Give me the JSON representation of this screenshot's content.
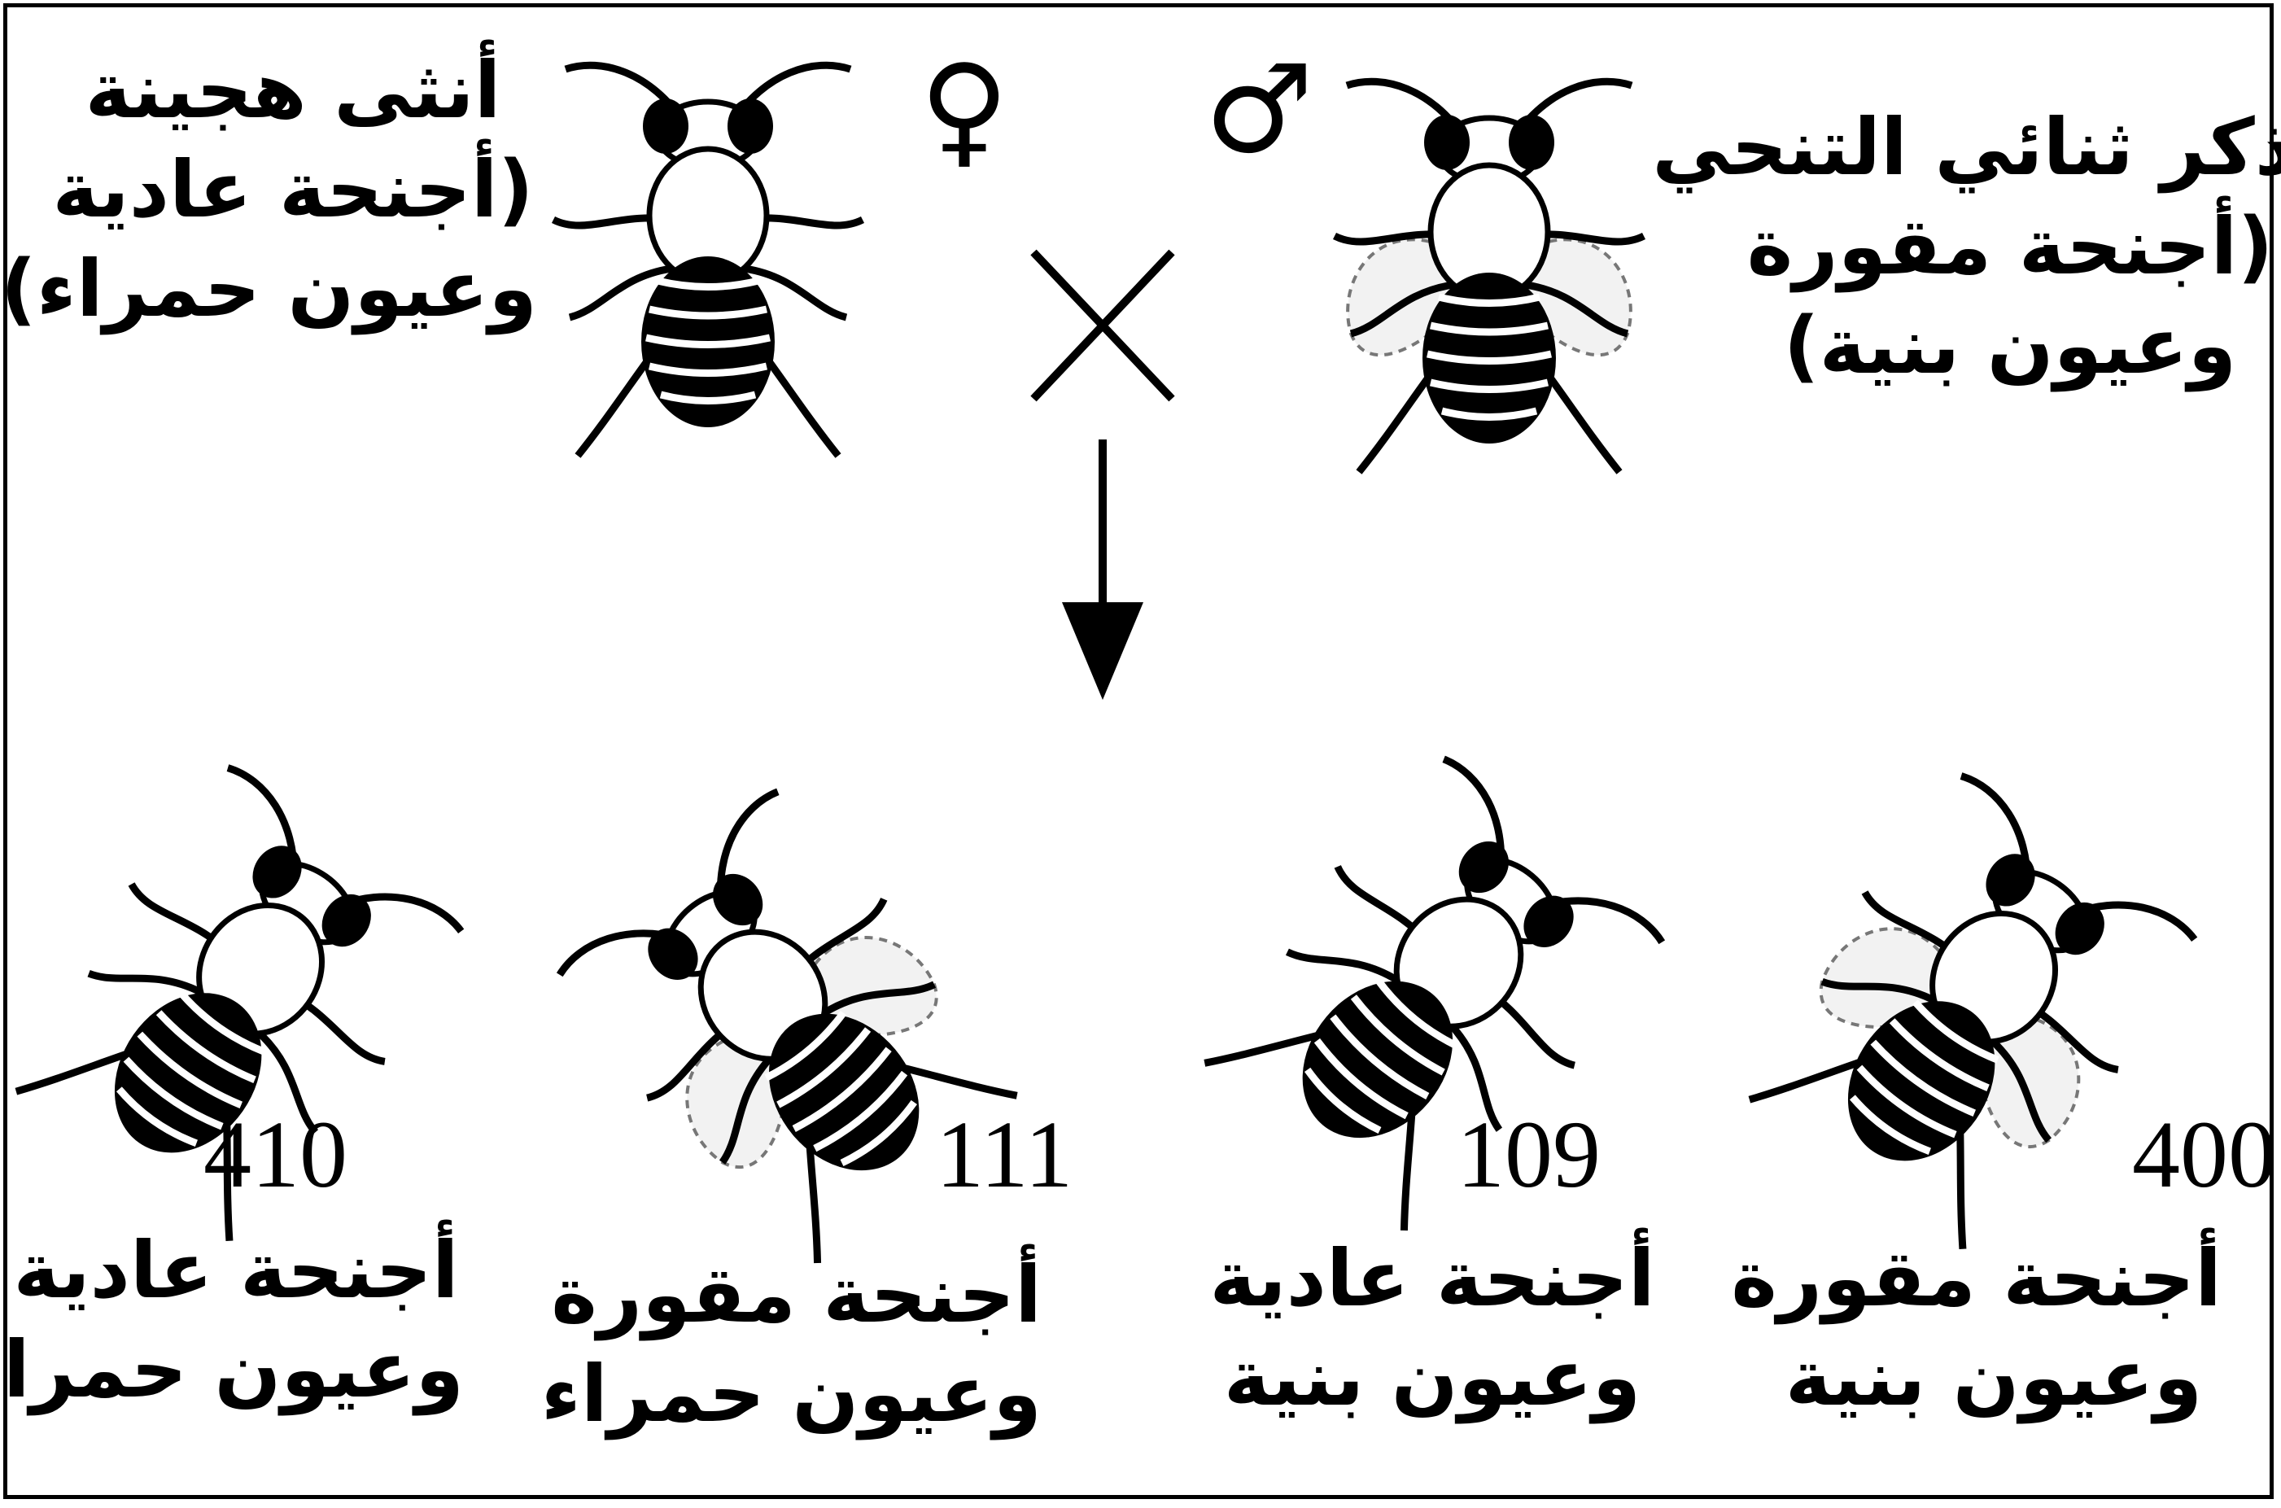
{
  "parents": {
    "female": {
      "symbol": "♀",
      "title": "أنثى هجينة",
      "trait_line1": "(أجنحة عادية",
      "trait_line2": "وعيون حمراء)"
    },
    "male": {
      "symbol": "♂",
      "title": "ذكر ثنائي التنحي",
      "trait_line1": "(أجنحة مقورة",
      "trait_line2": "وعيون بنية)"
    },
    "cross_symbol": "×"
  },
  "offspring": [
    {
      "count": "410",
      "line1": "أجنحة عادية",
      "line2": "وعيون حمراء",
      "wings": "normal"
    },
    {
      "count": "111",
      "line1": "أجنحة مقورة",
      "line2": "وعيون حمراء",
      "wings": "curved"
    },
    {
      "count": "109",
      "line1": "أجنحة عادية",
      "line2": "وعيون بنية",
      "wings": "normal"
    },
    {
      "count": "400",
      "line1": "أجنحة مقورة",
      "line2": "وعيون بنية",
      "wings": "curved"
    }
  ],
  "colors": {
    "ink": "#000000",
    "background": "#ffffff",
    "wing": "#f2f2f2"
  }
}
